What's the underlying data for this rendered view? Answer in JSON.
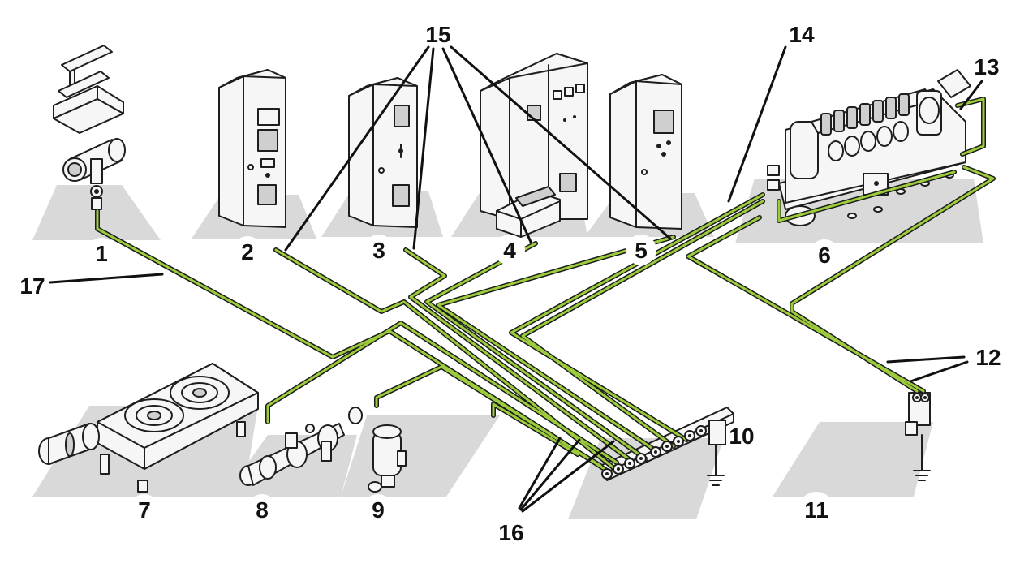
{
  "labels": {
    "n1": "1",
    "n2": "2",
    "n3": "3",
    "n4": "4",
    "n5": "5",
    "n6": "6",
    "n7": "7",
    "n8": "8",
    "n9": "9",
    "n10": "10",
    "n11": "11",
    "n12": "12",
    "n13": "13",
    "n14": "14",
    "n15": "15",
    "n16": "16",
    "n17": "17"
  },
  "colors": {
    "conductor": "#9ccc3c",
    "conductor_outline": "#1b1b1b",
    "floor_pad": "#d9d9d9",
    "equipment": "#f6f6f6"
  }
}
